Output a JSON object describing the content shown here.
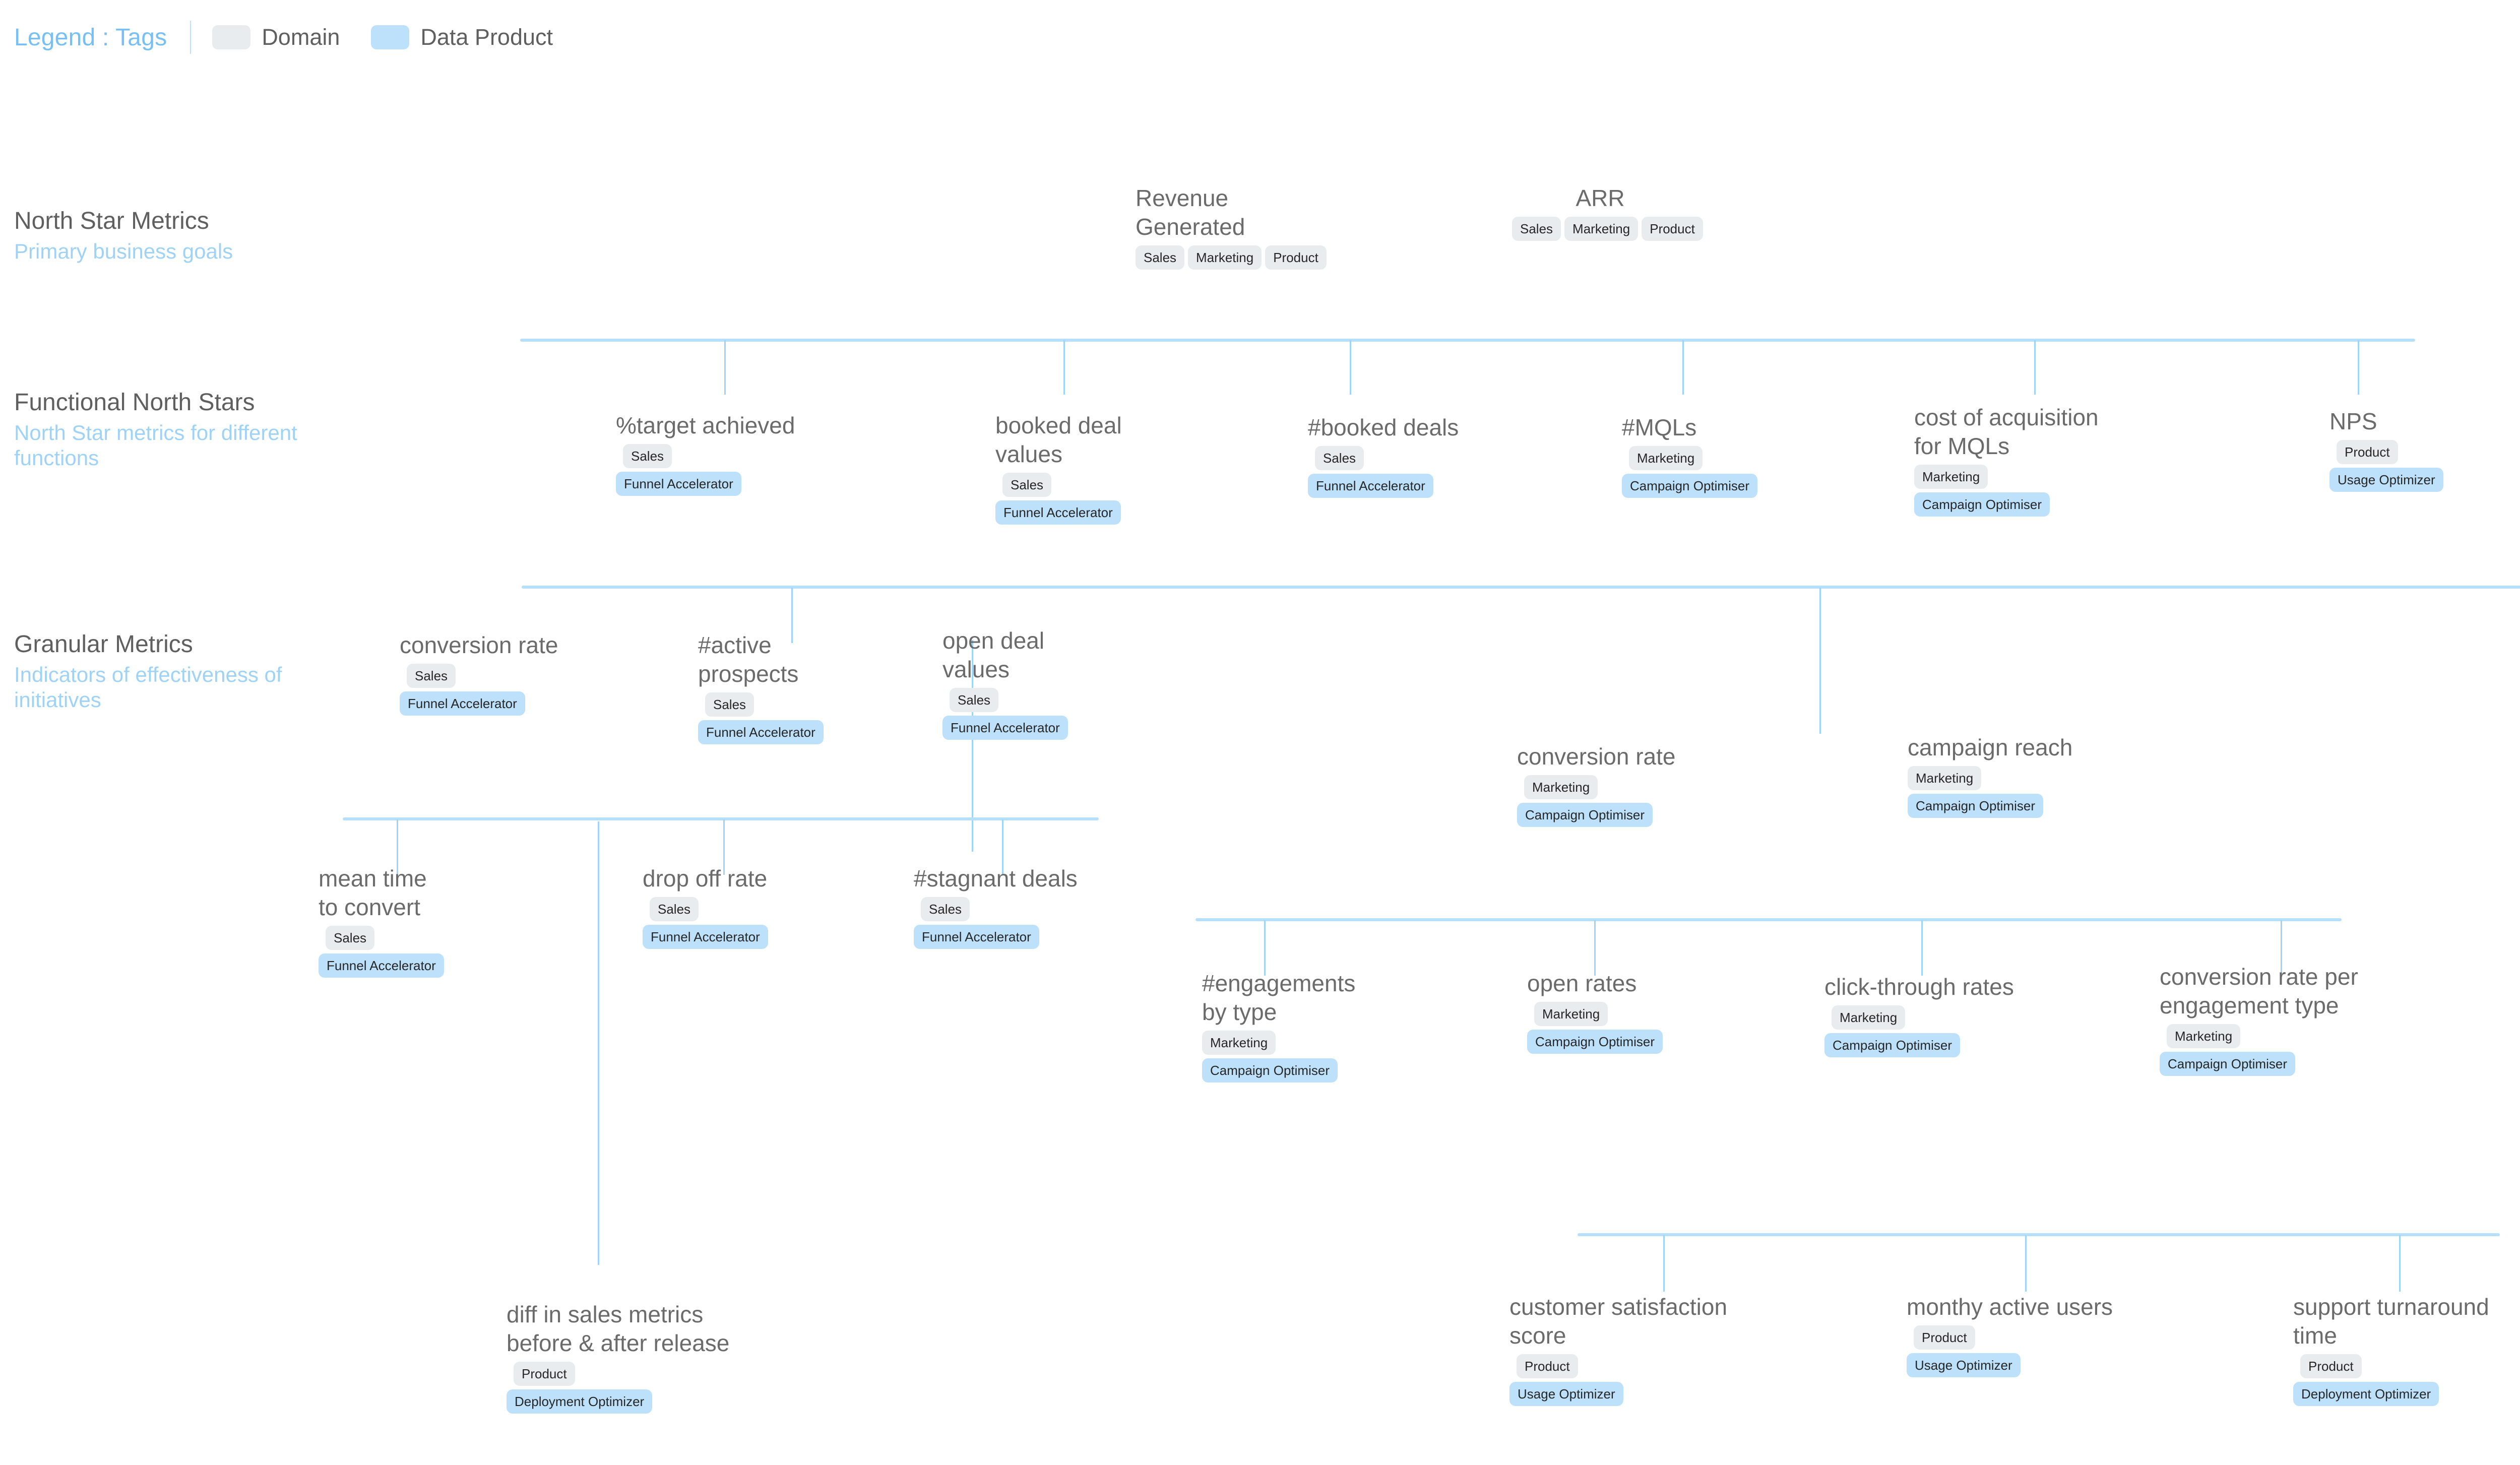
{
  "legend": {
    "title": "Legend : Tags",
    "entries": [
      {
        "swatch": "domain",
        "label": "Domain"
      },
      {
        "swatch": "product",
        "label": "Data Product"
      }
    ]
  },
  "colors": {
    "domain_tag_bg": "#e9ecef",
    "product_tag_bg": "#bee1fb",
    "accent_blue": "#76c0f5",
    "line_blue": "#b5dffb",
    "heading_gray": "#5f5f5f",
    "node_title_gray": "#6b6b6b"
  },
  "tiers": [
    {
      "title": "North Star Metrics",
      "subtitle": "Primary business goals"
    },
    {
      "title": "Functional North Stars",
      "subtitle": "North Star metrics for different functions"
    },
    {
      "title": "Granular Metrics",
      "subtitle": "Indicators of effectiveness of initiatives"
    }
  ],
  "nodes": {
    "revenue_generated": {
      "title": "Revenue\nGenerated",
      "tags": [
        {
          "label": "Sales",
          "type": "domain"
        },
        {
          "label": "Marketing",
          "type": "domain"
        },
        {
          "label": "Product",
          "type": "domain"
        }
      ]
    },
    "arr": {
      "title": "ARR",
      "tags": [
        {
          "label": "Sales",
          "type": "domain"
        },
        {
          "label": "Marketing",
          "type": "domain"
        },
        {
          "label": "Product",
          "type": "domain"
        }
      ]
    },
    "target_achieved": {
      "title": "%target achieved",
      "tags": [
        {
          "label": "Sales",
          "type": "domain"
        },
        {
          "label": "Funnel Accelerator",
          "type": "product"
        }
      ]
    },
    "booked_deal_values": {
      "title": "booked deal\nvalues",
      "tags": [
        {
          "label": "Sales",
          "type": "domain"
        },
        {
          "label": "Funnel Accelerator",
          "type": "product"
        }
      ]
    },
    "booked_deals": {
      "title": "#booked deals",
      "tags": [
        {
          "label": "Sales",
          "type": "domain"
        },
        {
          "label": "Funnel Accelerator",
          "type": "product"
        }
      ]
    },
    "mqls": {
      "title": "#MQLs",
      "tags": [
        {
          "label": "Marketing",
          "type": "domain"
        },
        {
          "label": "Campaign Optimiser",
          "type": "product"
        }
      ]
    },
    "cost_of_acquisition_mqls": {
      "title": "cost of acquisition\nfor MQLs",
      "tags": [
        {
          "label": "Marketing",
          "type": "domain"
        },
        {
          "label": "Campaign Optimiser",
          "type": "product"
        }
      ]
    },
    "nps": {
      "title": "NPS",
      "tags": [
        {
          "label": "Product",
          "type": "domain"
        },
        {
          "label": "Usage Optimizer",
          "type": "product"
        }
      ]
    },
    "conversion_rate_sales": {
      "title": "conversion rate",
      "tags": [
        {
          "label": "Sales",
          "type": "domain"
        },
        {
          "label": "Funnel Accelerator",
          "type": "product"
        }
      ]
    },
    "active_prospects": {
      "title": "#active\nprospects",
      "tags": [
        {
          "label": "Sales",
          "type": "domain"
        },
        {
          "label": "Funnel Accelerator",
          "type": "product"
        }
      ]
    },
    "open_deal_values": {
      "title": "open deal\nvalues",
      "tags": [
        {
          "label": "Sales",
          "type": "domain"
        },
        {
          "label": "Funnel Accelerator",
          "type": "product"
        }
      ]
    },
    "mean_time_to_convert": {
      "title": "mean time\nto convert",
      "tags": [
        {
          "label": "Sales",
          "type": "domain"
        },
        {
          "label": "Funnel Accelerator",
          "type": "product"
        }
      ]
    },
    "drop_off_rate": {
      "title": "drop off rate",
      "tags": [
        {
          "label": "Sales",
          "type": "domain"
        },
        {
          "label": "Funnel Accelerator",
          "type": "product"
        }
      ]
    },
    "stagnant_deals": {
      "title": "#stagnant deals",
      "tags": [
        {
          "label": "Sales",
          "type": "domain"
        },
        {
          "label": "Funnel Accelerator",
          "type": "product"
        }
      ]
    },
    "conversion_rate_marketing": {
      "title": "conversion rate",
      "tags": [
        {
          "label": "Marketing",
          "type": "domain"
        },
        {
          "label": "Campaign Optimiser",
          "type": "product"
        }
      ]
    },
    "campaign_reach": {
      "title": "campaign reach",
      "tags": [
        {
          "label": "Marketing",
          "type": "domain"
        },
        {
          "label": "Campaign Optimiser",
          "type": "product"
        }
      ]
    },
    "engagements_by_type": {
      "title": "#engagements\nby type",
      "tags": [
        {
          "label": "Marketing",
          "type": "domain"
        },
        {
          "label": "Campaign Optimiser",
          "type": "product"
        }
      ]
    },
    "open_rates": {
      "title": "open rates",
      "tags": [
        {
          "label": "Marketing",
          "type": "domain"
        },
        {
          "label": "Campaign Optimiser",
          "type": "product"
        }
      ]
    },
    "click_through_rates": {
      "title": "click-through rates",
      "tags": [
        {
          "label": "Marketing",
          "type": "domain"
        },
        {
          "label": "Campaign Optimiser",
          "type": "product"
        }
      ]
    },
    "conversion_rate_per_engagement_type": {
      "title": "conversion rate per\nengagement type",
      "tags": [
        {
          "label": "Marketing",
          "type": "domain"
        },
        {
          "label": "Campaign Optimiser",
          "type": "product"
        }
      ]
    },
    "diff_in_sales_metrics": {
      "title": "diff in sales metrics\nbefore & after release",
      "tags": [
        {
          "label": "Product",
          "type": "domain"
        },
        {
          "label": "Deployment Optimizer",
          "type": "product"
        }
      ]
    },
    "customer_satisfaction_score": {
      "title": "customer satisfaction\nscore",
      "tags": [
        {
          "label": "Product",
          "type": "domain"
        },
        {
          "label": "Usage Optimizer",
          "type": "product"
        }
      ]
    },
    "monthly_active_users": {
      "title": "monthy active users",
      "tags": [
        {
          "label": "Product",
          "type": "domain"
        },
        {
          "label": "Usage Optimizer",
          "type": "product"
        }
      ]
    },
    "support_turnaround_time": {
      "title": "support turnaround\ntime",
      "tags": [
        {
          "label": "Product",
          "type": "domain"
        },
        {
          "label": "Deployment Optimizer",
          "type": "product"
        }
      ]
    }
  }
}
